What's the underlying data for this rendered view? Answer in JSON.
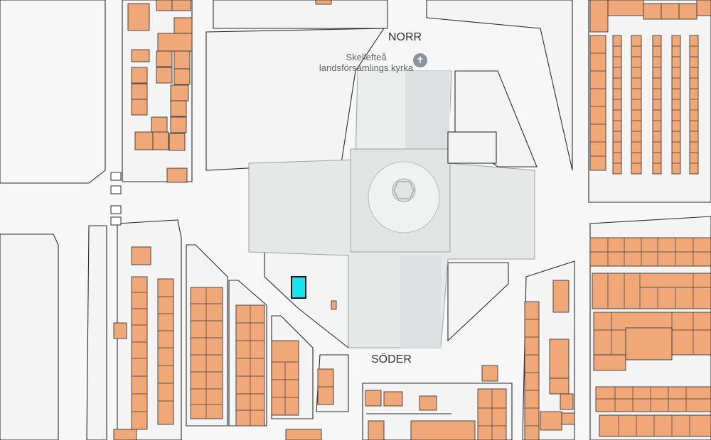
{
  "map": {
    "labels": {
      "north": "NORR",
      "south": "SÖDER"
    },
    "poi": {
      "line1": "Skellefteå",
      "line2": "landsförsamlings kyrka",
      "icon": "church-cross-icon",
      "icon_glyph": "✝"
    },
    "colors": {
      "background": "#f7f7f8",
      "block": "#f4f4f5",
      "building": "#f0a878",
      "building_stroke": "#3a3a3a",
      "church": "#e6e8e8",
      "highlight": "#17e3ef",
      "road_line": "#2b2b2b"
    }
  }
}
